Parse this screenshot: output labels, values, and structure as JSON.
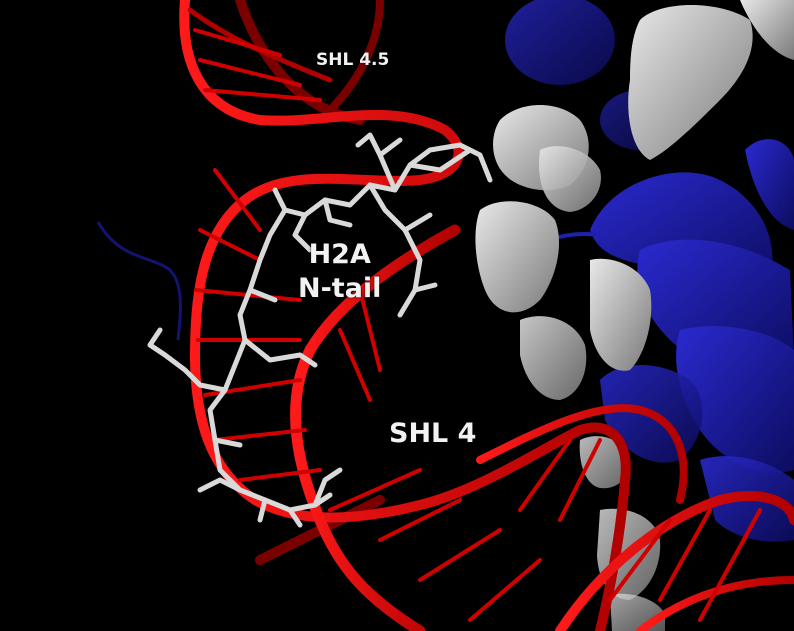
{
  "labels": {
    "shl_4_5": "SHL 4.5",
    "h2a_line1": "H2A",
    "h2a_line2": "N-tail",
    "shl_4": "SHL 4"
  },
  "colors": {
    "background": "#000000",
    "dna": "#e60000",
    "dna_dark": "#8a0000",
    "histone_white": "#bdbdbd",
    "histone_blue": "#1a1a9a",
    "tail_sticks": "#d9d9d9",
    "label_text": "#f2f2f2"
  }
}
